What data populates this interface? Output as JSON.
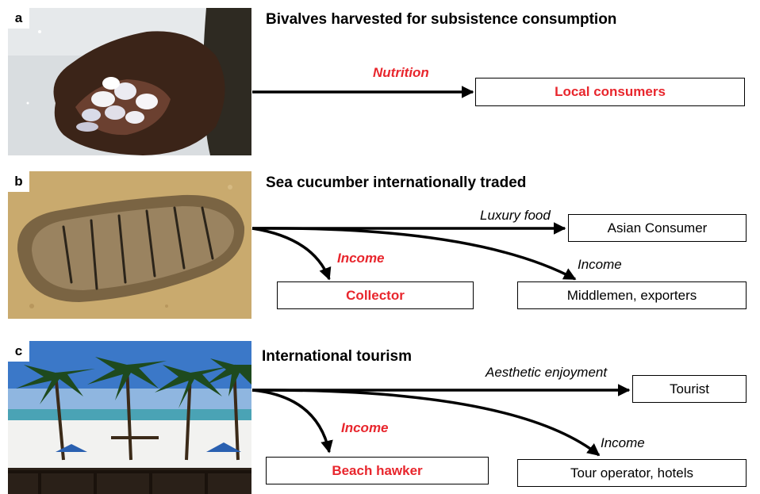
{
  "panels": [
    {
      "letter": "a",
      "title": "Bivalves harvested for subsistence consumption",
      "flows": [
        {
          "label": "Nutrition",
          "target": "Local consumers"
        }
      ]
    },
    {
      "letter": "b",
      "title": "Sea cucumber internationally traded",
      "flows": [
        {
          "label": "Luxury food",
          "target": "Asian Consumer"
        },
        {
          "label": "Income",
          "target": "Collector"
        },
        {
          "label": "Income",
          "target": "Middlemen, exporters"
        }
      ]
    },
    {
      "letter": "c",
      "title": "International tourism",
      "flows": [
        {
          "label": "Aesthetic enjoyment",
          "target": "Tourist"
        },
        {
          "label": "Income",
          "target": "Beach hawker"
        },
        {
          "label": "Income",
          "target": "Tour operator, hotels"
        }
      ]
    }
  ],
  "colors": {
    "highlight": "#e8262d",
    "text": "#000000"
  }
}
